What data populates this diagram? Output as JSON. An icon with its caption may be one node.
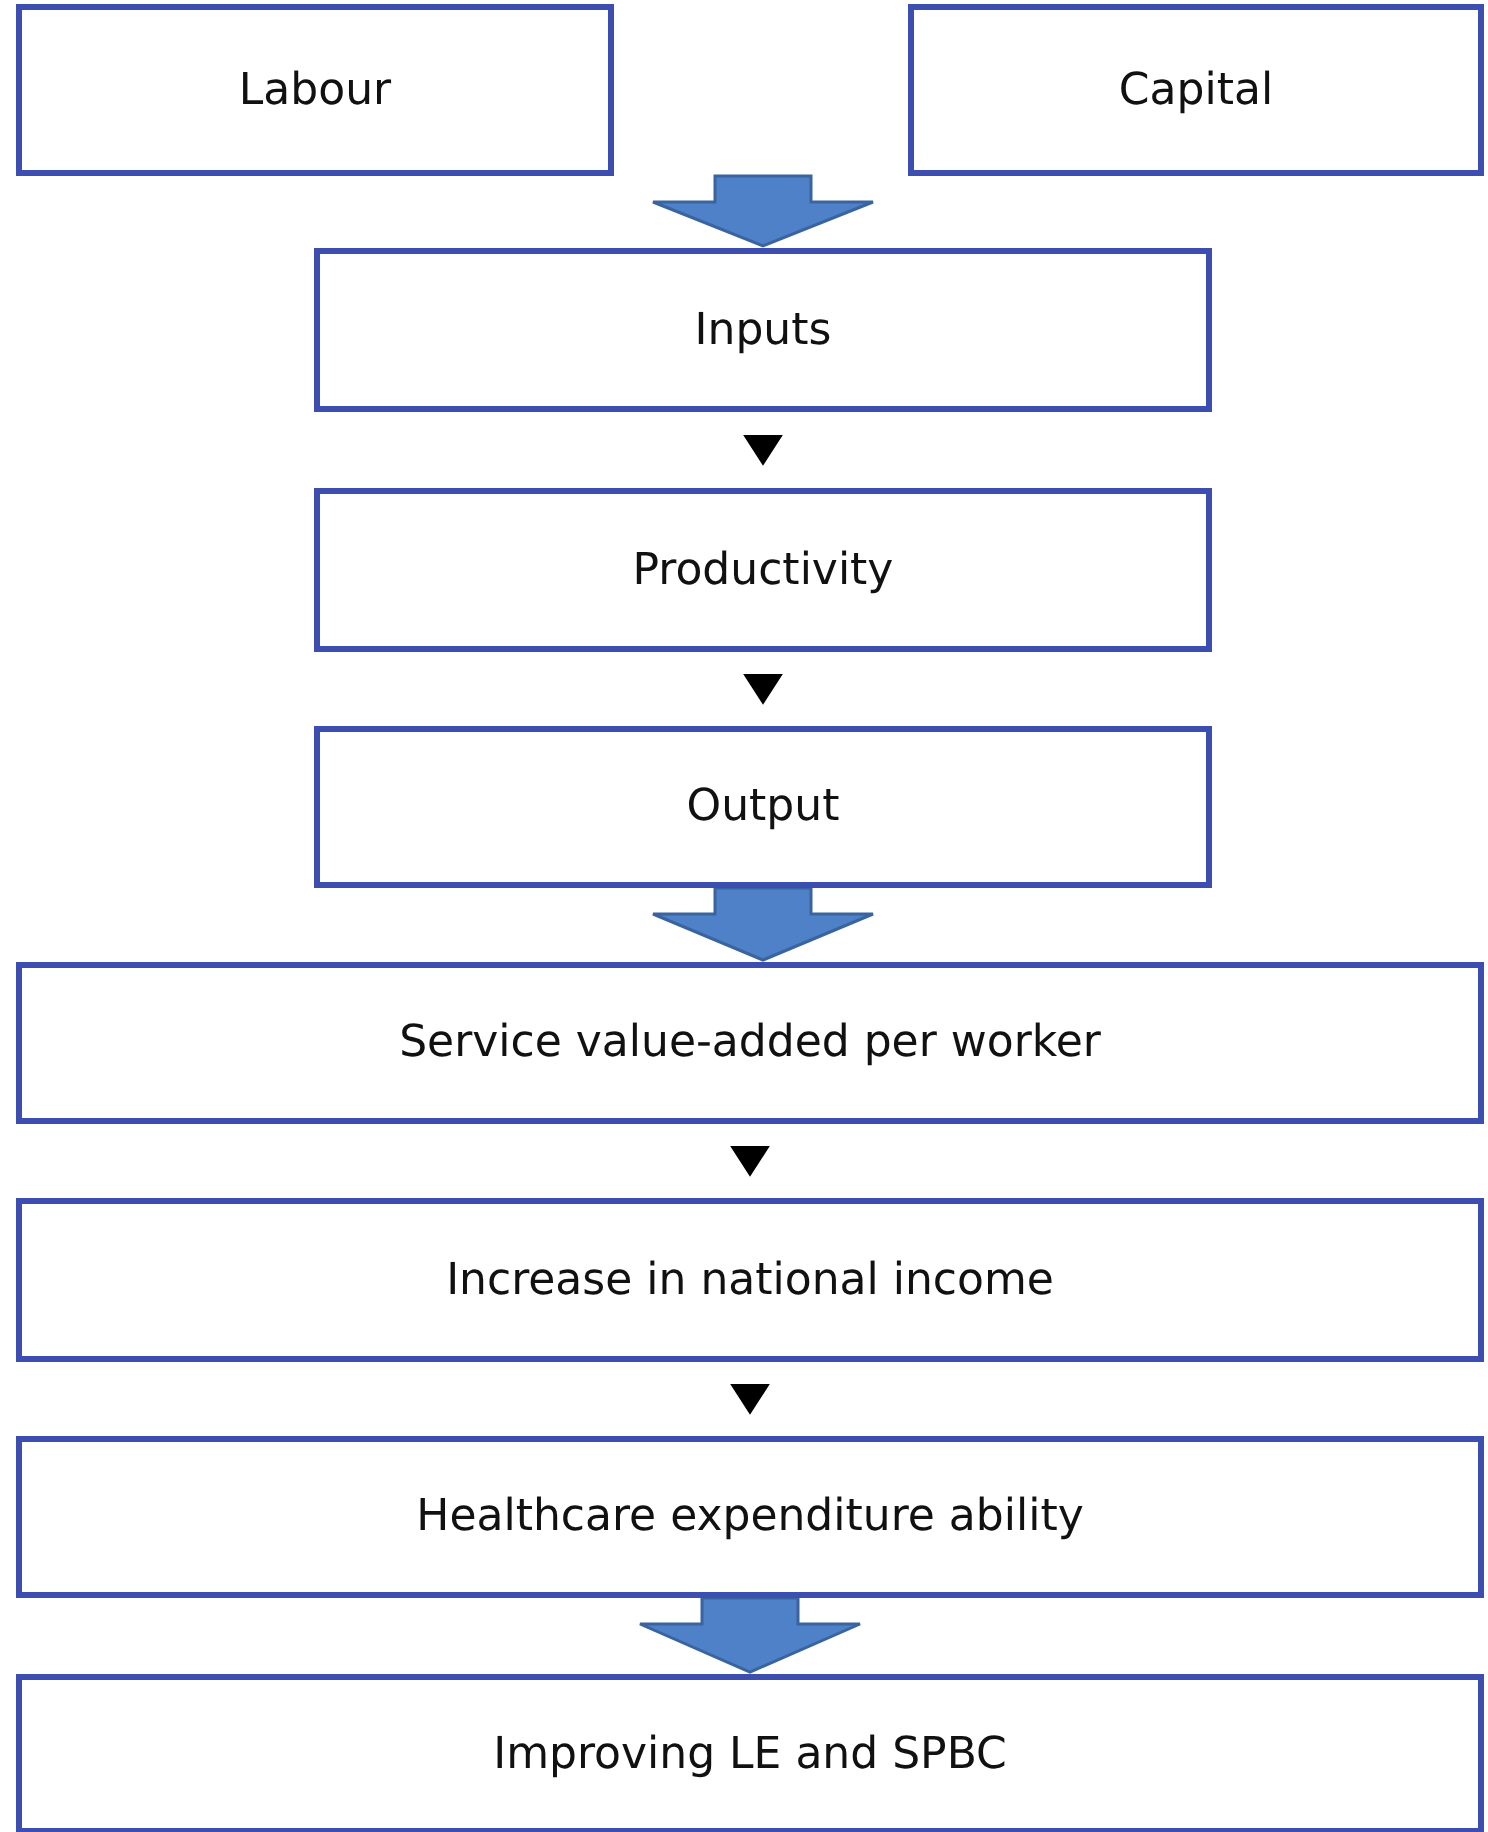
{
  "diagram": {
    "nodes": [
      {
        "text": [
          "Labour"
        ]
      },
      {
        "text": [
          "Capital"
        ]
      },
      {
        "text": [
          "Inputs"
        ]
      },
      {
        "text": [
          "Productivity"
        ]
      },
      {
        "text": [
          "Output"
        ]
      },
      {
        "text": [
          "Service value-added per worker"
        ]
      },
      {
        "text": [
          "Increase in national income"
        ]
      },
      {
        "text": [
          "Healthcare expenditure ability"
        ]
      },
      {
        "text": [
          "Improving LE and SPBC"
        ]
      }
    ],
    "edges": [
      {
        "from": 0,
        "to": 2,
        "arrow": "to",
        "style": "thick"
      },
      {
        "from": 1,
        "to": 2,
        "arrow": "to",
        "style": "thick"
      },
      {
        "from": 2,
        "to": 3,
        "arrow": "to"
      },
      {
        "from": 3,
        "to": 4,
        "arrow": "to"
      },
      {
        "from": 4,
        "to": 5,
        "arrow": "to",
        "style": "thick"
      },
      {
        "from": 5,
        "to": 6,
        "arrow": "to"
      },
      {
        "from": 6,
        "to": 7,
        "arrow": "to"
      },
      {
        "from": 7,
        "to": 8,
        "arrow": "to",
        "style": "thick"
      }
    ]
  }
}
